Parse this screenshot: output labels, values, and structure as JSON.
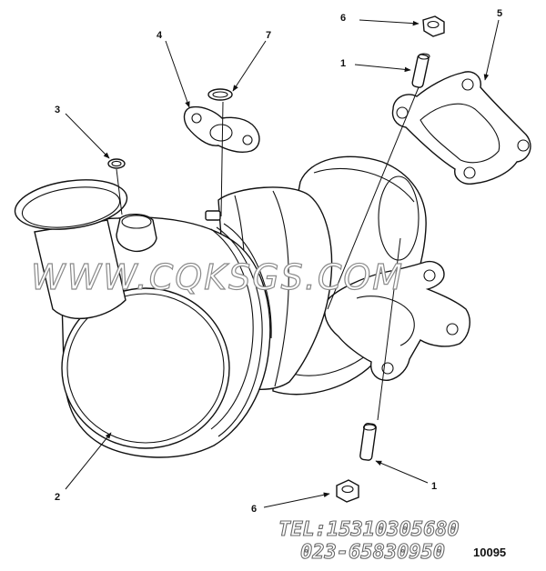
{
  "callouts": {
    "c1_top": "1",
    "c1_bottom": "1",
    "c2": "2",
    "c3": "3",
    "c4": "4",
    "c5": "5",
    "c6_top": "6",
    "c6_bottom": "6",
    "c7": "7"
  },
  "watermark": "WWW.CQKSGS.COM",
  "contact": {
    "tel": "TEL:15310305680",
    "phone": "023-65830950"
  },
  "drawing_code": "10095"
}
